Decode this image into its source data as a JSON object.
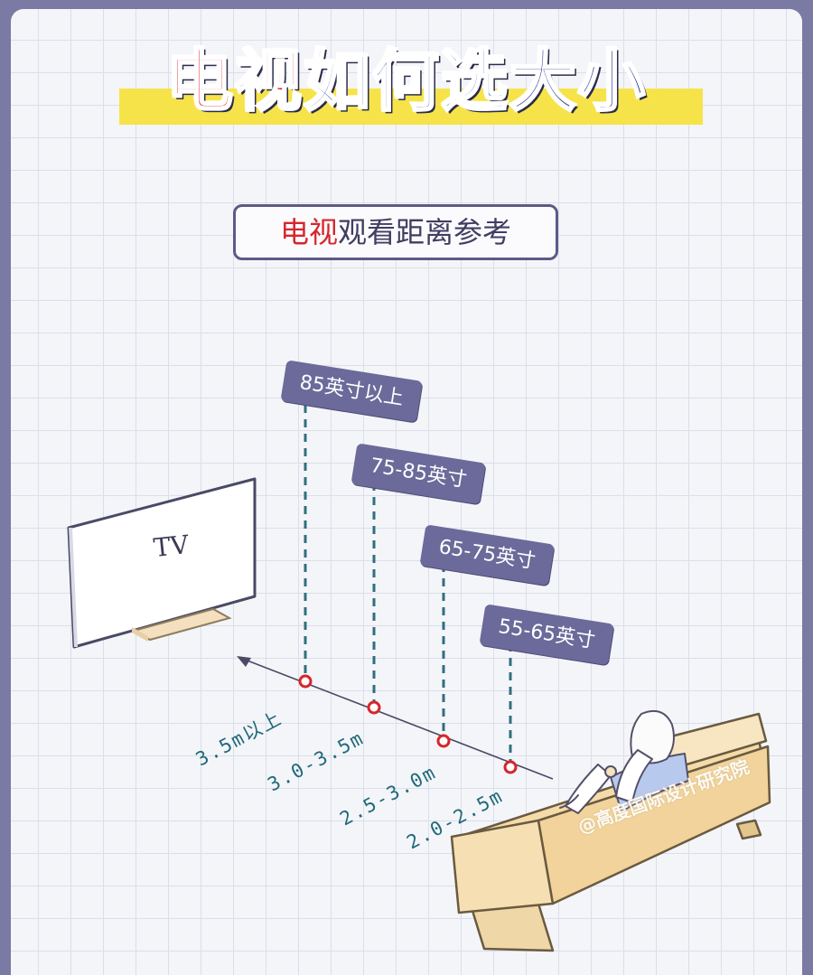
{
  "title": {
    "part_red": "电视",
    "part_blue": "如何选大小"
  },
  "subtitle": {
    "part_red": "电视",
    "part_dark": "观看距离参考"
  },
  "tv": {
    "label": "TV"
  },
  "sizes": [
    {
      "size_label": "85英寸以上",
      "distance_label": "3.5m以上"
    },
    {
      "size_label": "75-85英寸",
      "distance_label": "3.0-3.5m"
    },
    {
      "size_label": "65-75英寸",
      "distance_label": "2.5-3.0m"
    },
    {
      "size_label": "55-65英寸",
      "distance_label": "2.0-2.5m"
    }
  ],
  "watermark": {
    "text": "@高度国际设计研究院"
  },
  "colors": {
    "title_red": "#e3262b",
    "title_blue": "#2f3f99",
    "highlight": "#f6e34a",
    "tag_bg": "#6b6a9a",
    "marker": "#d6262c",
    "dash": "#2f6f80"
  }
}
